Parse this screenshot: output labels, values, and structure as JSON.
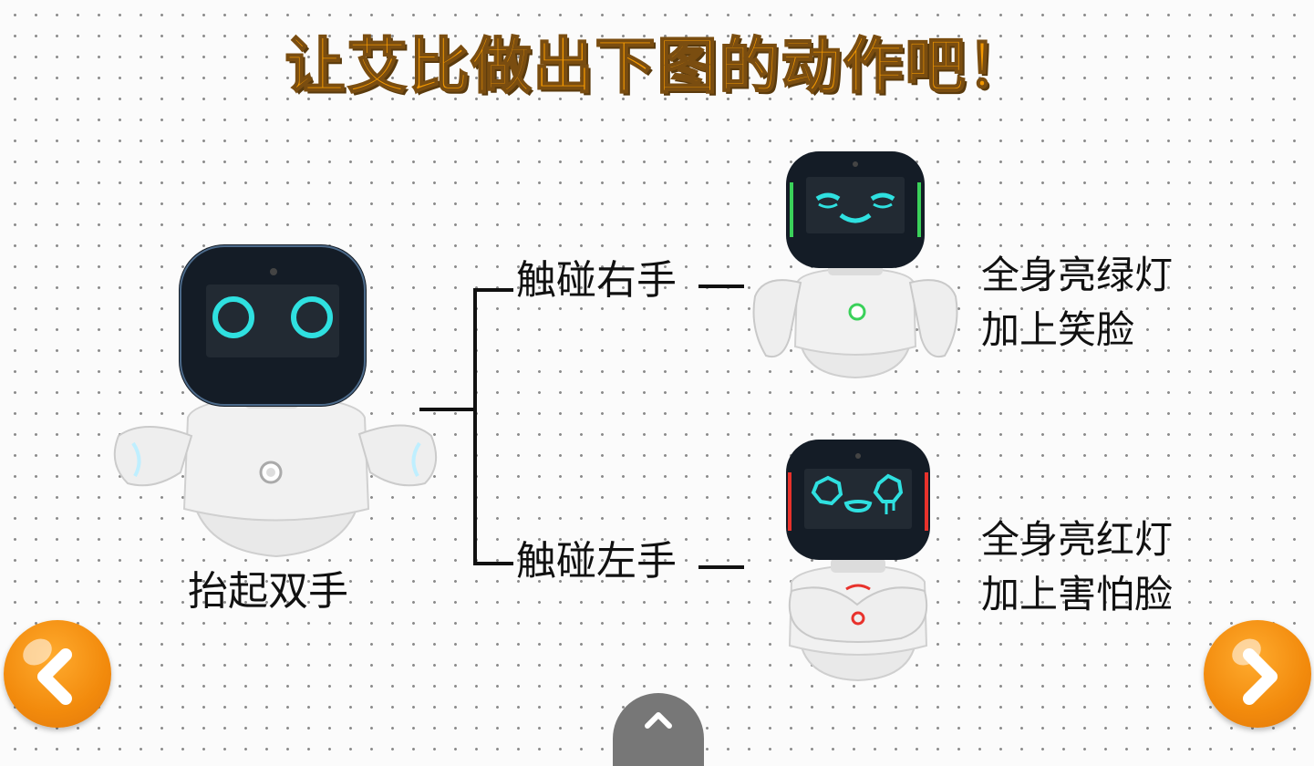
{
  "title": "让艾比做出下图的动作吧！",
  "left_robot": {
    "caption": "抬起双手"
  },
  "branches": [
    {
      "trigger": "触碰右手",
      "result_line1": "全身亮绿灯",
      "result_line2": "加上笑脸",
      "light_color": "#3ad15a"
    },
    {
      "trigger": "触碰左手",
      "result_line1": "全身亮红灯",
      "result_line2": "加上害怕脸",
      "light_color": "#e8322c"
    }
  ],
  "navigation": {
    "prev_icon": "chevron-left-icon",
    "next_icon": "chevron-right-icon",
    "up_icon": "chevron-up-icon"
  },
  "colors": {
    "title": "#f39800",
    "title_outline": "#7a4d10",
    "nav_button": "#f28a0c",
    "face_glow": "#2fe0e0"
  }
}
